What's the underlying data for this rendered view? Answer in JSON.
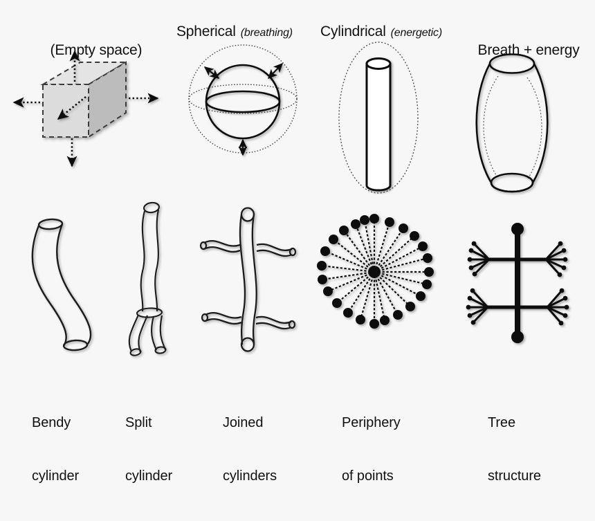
{
  "figure": {
    "background_color": "#f7f7f7",
    "ink_color": "#111111",
    "title_row_count": 2,
    "columns": 5
  },
  "top_row": {
    "items": [
      {
        "label": "(Empty space)",
        "modifier": "",
        "shape": "cube",
        "description": "Dashed-edge shaded cube with dotted outward arrows",
        "fill_front": "#dcdcdc",
        "fill_side": "#b9b9b9",
        "fill_top": "#e3e3e3"
      },
      {
        "label": "Spherical",
        "modifier": "(breathing)",
        "shape": "sphere",
        "description": "Solid sphere inside larger dotted sphere with double arrows"
      },
      {
        "label": "Cylindrical",
        "modifier": "(energetic)",
        "shape": "cylinder",
        "description": "Narrow white cylinder inside tall dotted ellipse"
      },
      {
        "label": "Breath + energy",
        "modifier": "",
        "shape": "barrel",
        "description": "Bulged barrel cylinder with dotted double arrows"
      }
    ]
  },
  "bottom_row": {
    "items": [
      {
        "label_line1": "Bendy",
        "label_line2": "cylinder",
        "shape": "bendy-cylinder",
        "description": "S-curved tube with elliptical ends"
      },
      {
        "label_line1": "Split",
        "label_line2": "cylinder",
        "shape": "split-cylinder",
        "description": "Wavy tube splitting into two branches"
      },
      {
        "label_line1": "Joined",
        "label_line2": "cylinders",
        "shape": "joined-cylinders",
        "description": "Vertical wavy tube crossed by two horizontal wavy tubes"
      },
      {
        "label_line1": "Periphery",
        "label_line2": "of points",
        "shape": "periphery-of-points",
        "description": "Radial dashed spokes ending in filled dots",
        "ray_count": 24
      },
      {
        "label_line1": "Tree",
        "label_line2": "structure",
        "shape": "tree-structure",
        "description": "Thick vertical trunk with two branch pairs forking into twigs"
      }
    ]
  }
}
